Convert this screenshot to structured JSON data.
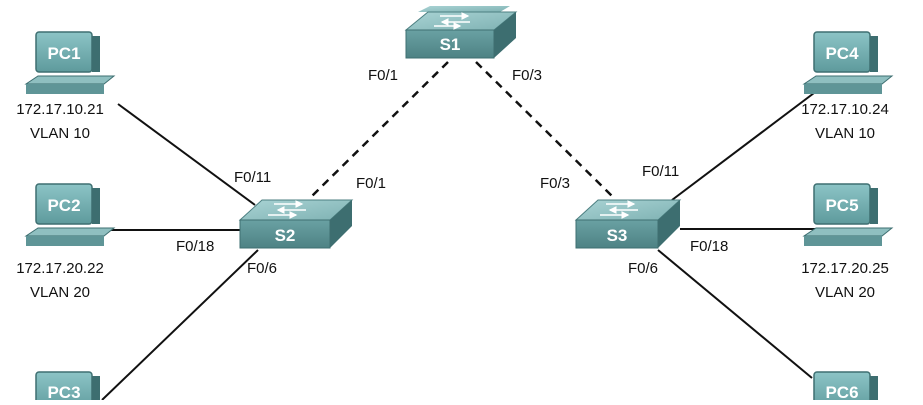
{
  "colors": {
    "device_front": "#5f9597",
    "device_top": "#8fbfc0",
    "device_side": "#3d6e70",
    "screen": "#74aeb0",
    "link": "#111111"
  },
  "switches": [
    {
      "id": "s1",
      "label": "S1"
    },
    {
      "id": "s2",
      "label": "S2"
    },
    {
      "id": "s3",
      "label": "S3"
    }
  ],
  "pcs": [
    {
      "id": "pc1",
      "label": "PC1",
      "ip": "172.17.10.21",
      "vlan": "VLAN 10"
    },
    {
      "id": "pc2",
      "label": "PC2",
      "ip": "172.17.20.22",
      "vlan": "VLAN 20"
    },
    {
      "id": "pc3",
      "label": "PC3",
      "ip": "",
      "vlan": ""
    },
    {
      "id": "pc4",
      "label": "PC4",
      "ip": "172.17.10.24",
      "vlan": "VLAN 10"
    },
    {
      "id": "pc5",
      "label": "PC5",
      "ip": "172.17.20.25",
      "vlan": "VLAN 20"
    },
    {
      "id": "pc6",
      "label": "PC6",
      "ip": "",
      "vlan": ""
    }
  ],
  "links": [
    {
      "id": "s1-s2",
      "type": "trunk-dashed",
      "port_a": "F0/1",
      "port_b": "F0/1"
    },
    {
      "id": "s1-s3",
      "type": "trunk-dashed",
      "port_a": "F0/3",
      "port_b": "F0/3"
    },
    {
      "id": "s2-pc1",
      "type": "access",
      "port": "F0/11"
    },
    {
      "id": "s2-pc2",
      "type": "access",
      "port": "F0/18"
    },
    {
      "id": "s2-pc3",
      "type": "access",
      "port": "F0/6"
    },
    {
      "id": "s3-pc4",
      "type": "access",
      "port": "F0/11"
    },
    {
      "id": "s3-pc5",
      "type": "access",
      "port": "F0/18"
    },
    {
      "id": "s3-pc6",
      "type": "access",
      "port": "F0/6"
    }
  ]
}
